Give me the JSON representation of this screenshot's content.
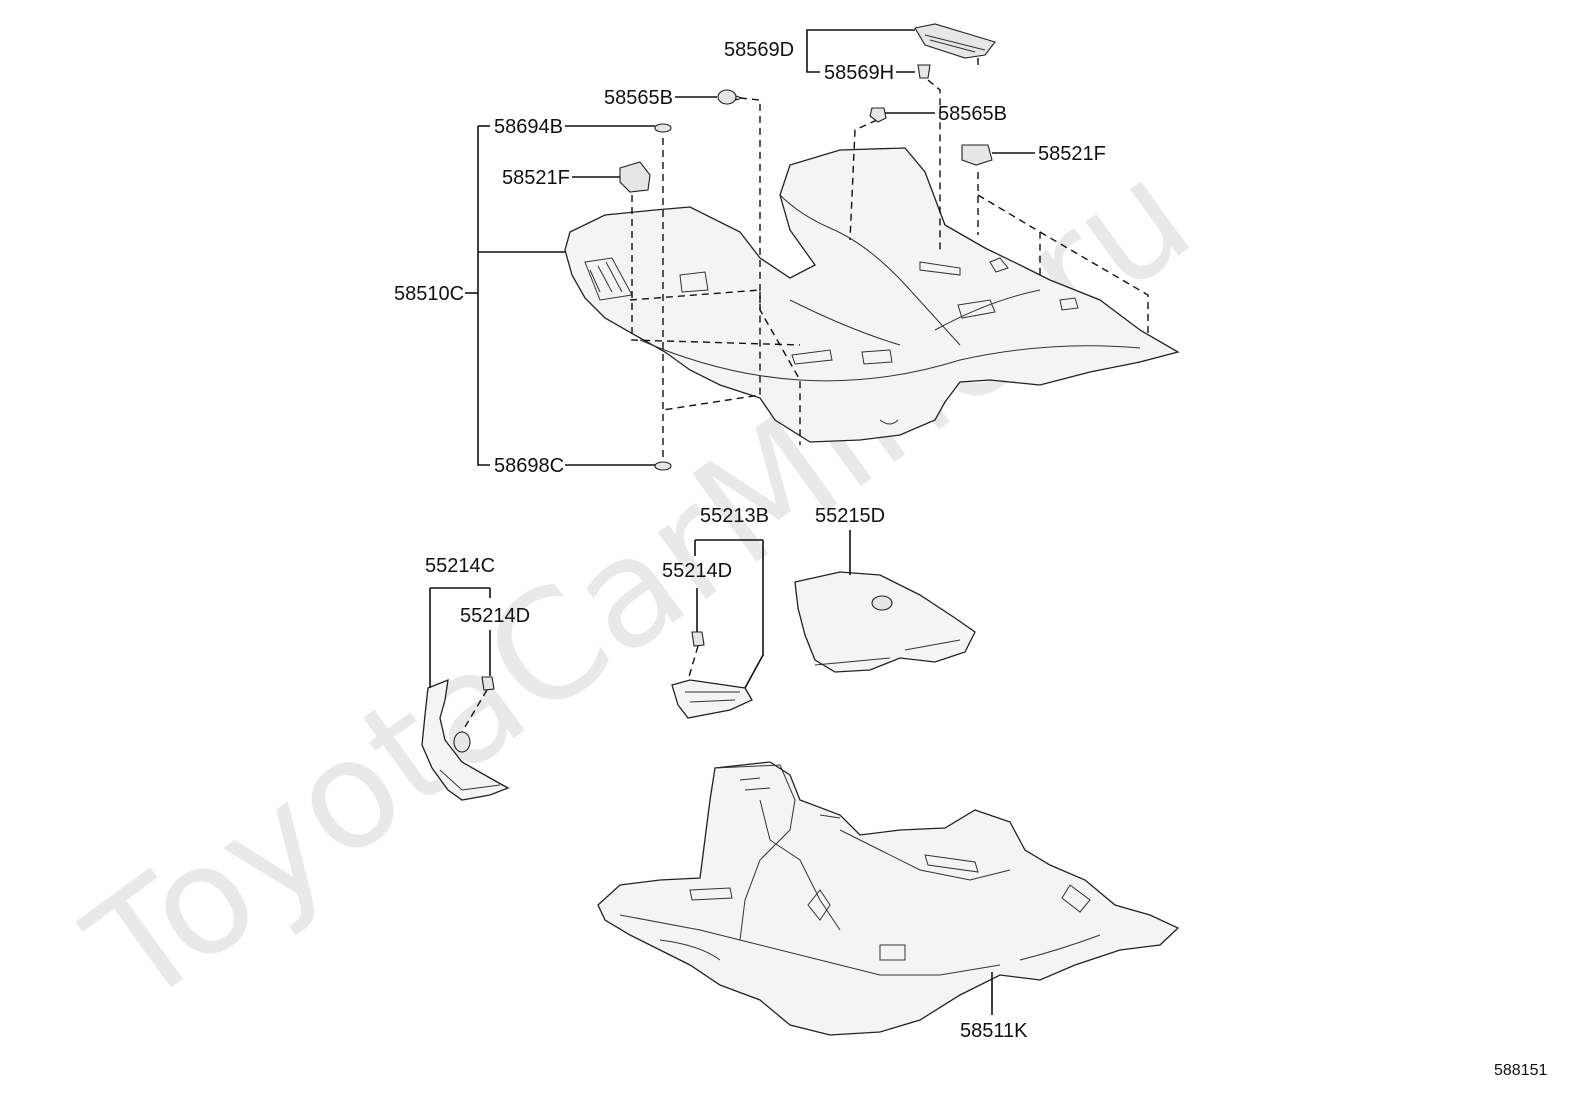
{
  "watermark": "ToyotaCarMine.ru",
  "diagram_code": "588151",
  "parts": {
    "p58569D": "58569D",
    "p58569H": "58569H",
    "p58565B_left": "58565B",
    "p58565B_right": "58565B",
    "p58694B": "58694B",
    "p58521F_left": "58521F",
    "p58521F_right": "58521F",
    "p58510C": "58510C",
    "p58698C": "58698C",
    "p55213B": "55213B",
    "p55215D": "55215D",
    "p55214C": "55214C",
    "p55214D_left": "55214D",
    "p55214D_mid": "55214D",
    "p58511K": "58511K"
  }
}
